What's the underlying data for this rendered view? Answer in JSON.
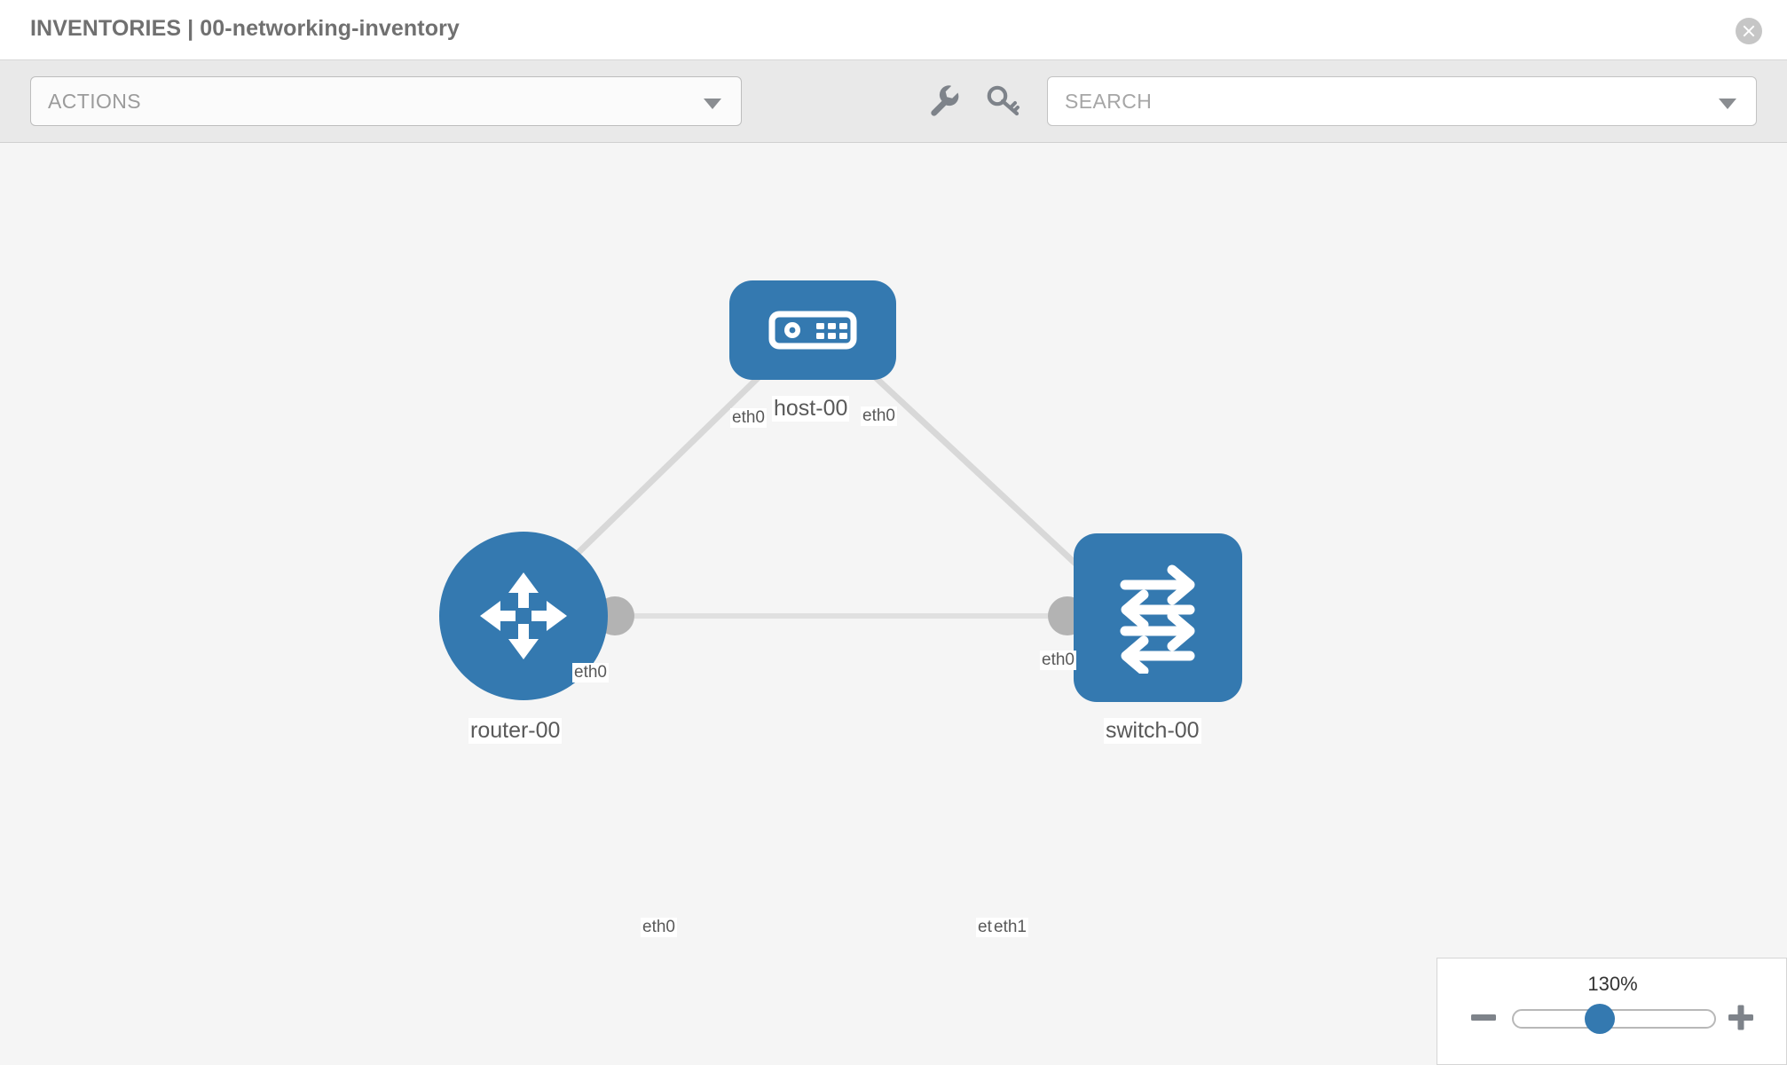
{
  "header": {
    "title": "INVENTORIES | 00-networking-inventory",
    "close_icon": "close-circle-icon"
  },
  "toolbar": {
    "actions_label": "ACTIONS",
    "actions_caret_icon": "chevron-down-icon",
    "wrench_icon": "wrench-icon",
    "key_icon": "key-icon",
    "search_placeholder": "SEARCH",
    "search_value": "",
    "search_caret_icon": "chevron-down-icon"
  },
  "topology": {
    "nodes": [
      {
        "id": "host-00",
        "label": "host-00",
        "type": "host",
        "icon": "server-icon",
        "shape": "square"
      },
      {
        "id": "router-00",
        "label": "router-00",
        "type": "router",
        "icon": "router-arrows-icon",
        "shape": "circle"
      },
      {
        "id": "switch-00",
        "label": "switch-00",
        "type": "switch",
        "icon": "switch-arrows-icon",
        "shape": "square"
      }
    ],
    "links": [
      {
        "from": "host-00",
        "to": "router-00",
        "from_iface": "eth0",
        "to_iface": "eth0"
      },
      {
        "from": "host-00",
        "to": "switch-00",
        "from_iface": "eth0",
        "to_iface": "eth0"
      },
      {
        "from": "router-00",
        "to": "switch-00",
        "from_iface": "eth0",
        "to_iface": "eth1",
        "to_iface_overlap": "eth0"
      }
    ],
    "interface_labels": {
      "host_left": "eth0",
      "host_right": "eth0",
      "router_up": "eth0",
      "router_right": "eth0",
      "switch_up": "eth0",
      "switch_left_overlap": "eth0",
      "switch_left": "eth1"
    },
    "colors": {
      "node_blue": "#3479b0",
      "link_gray": "#d8d8d8",
      "endpoint_gray": "#b3b3b3",
      "canvas_bg": "#f5f5f5"
    }
  },
  "zoom_control": {
    "percent": "130%",
    "minus_icon": "minus-icon",
    "plus_icon": "plus-icon",
    "slider_value": 130
  }
}
